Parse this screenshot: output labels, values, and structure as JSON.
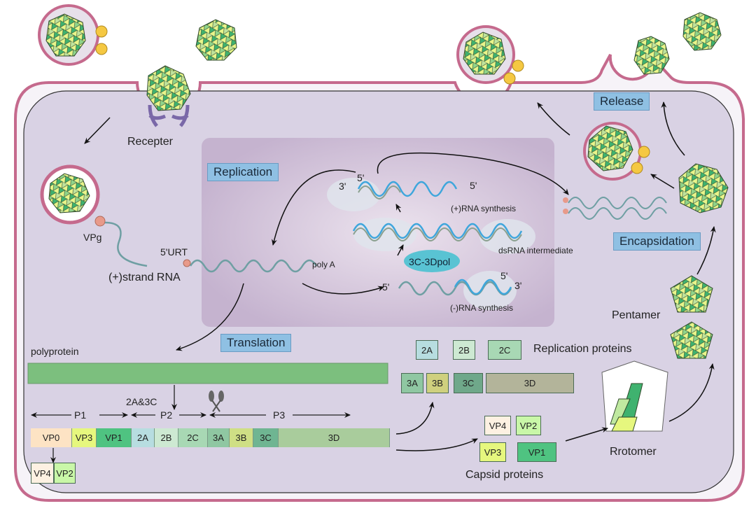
{
  "title": "Enterovirus life cycle diagram",
  "stages": {
    "replication": "Replication",
    "translation": "Translation",
    "release": "Release",
    "encapsidation": "Encapsidation"
  },
  "labels": {
    "receptor": "Recepter",
    "vpg": "VPg",
    "utr": "5'URT",
    "strand_rna": "(+)strand RNA",
    "poly_a": "poly A",
    "polyprotein": "polyprotein",
    "protease": "2A&3C",
    "pos_synthesis": "(+)RNA synthesis",
    "neg_synthesis": "(-)RNA synthesis",
    "dsrna": "dsRNA intermediate",
    "polymerase": "3C-3Dpol",
    "replication_proteins": "Replication proteins",
    "capsid_proteins": "Capsid proteins",
    "pentamer": "Pentamer",
    "protomer": "Rrotomer",
    "end_3p_top": "3'",
    "end_5p_top_a": "5'",
    "end_5p_top_b": "5'",
    "end_5p_bottom_a": "5'",
    "end_5p_bottom_b": "5'",
    "end_3p_bottom": "3'"
  },
  "regions": [
    {
      "label": "P1"
    },
    {
      "label": "P2"
    },
    {
      "label": "P3"
    }
  ],
  "genome_segments": [
    {
      "label": "VP0",
      "color": "#fde3c4"
    },
    {
      "label": "VP3",
      "color": "#e6f77e"
    },
    {
      "label": "VP1",
      "color": "#4fc381"
    },
    {
      "label": "2A",
      "color": "#b7dde0"
    },
    {
      "label": "2B",
      "color": "#cde9d2"
    },
    {
      "label": "2C",
      "color": "#a8d8b4"
    },
    {
      "label": "3A",
      "color": "#8fc7a2"
    },
    {
      "label": "3B",
      "color": "#cfdf85"
    },
    {
      "label": "3C",
      "color": "#6fb592"
    },
    {
      "label": "3D",
      "color": "#a9cc9c"
    }
  ],
  "vp0_products": [
    {
      "label": "VP4",
      "color": "#fdf1e2"
    },
    {
      "label": "VP2",
      "color": "#c9f7a8"
    }
  ],
  "replication_protein_boxes": [
    {
      "label": "2A",
      "color": "#b7dde0"
    },
    {
      "label": "2B",
      "color": "#cde9d2"
    },
    {
      "label": "2C",
      "color": "#a8d8b4"
    },
    {
      "label": "3A",
      "color": "#8fc7a2"
    },
    {
      "label": "3B",
      "color": "#cfd07e"
    },
    {
      "label": "3C",
      "color": "#6fa88a"
    },
    {
      "label": "3D",
      "color": "#b3b49a"
    }
  ],
  "capsid_protein_boxes": [
    {
      "label": "VP4",
      "color": "#fdf1e2"
    },
    {
      "label": "VP2",
      "color": "#c9f7a8"
    },
    {
      "label": "VP3",
      "color": "#e6f77e"
    },
    {
      "label": "VP1",
      "color": "#4fc381"
    }
  ],
  "protomer_parts": {
    "vp3": "VP3",
    "vp1": "VP1",
    "vp2": "VP2"
  },
  "colors": {
    "membrane": "#c56a8d",
    "cytoplasm": "#d9d2e4",
    "replication_zone": "#c9b9d2",
    "stage_box": "#8fc0e3",
    "rna": "#6f9fa3",
    "rna_new": "#3ea6dc",
    "polyprotein": "#7cbf7e",
    "polymerase": "#59c3d3"
  }
}
